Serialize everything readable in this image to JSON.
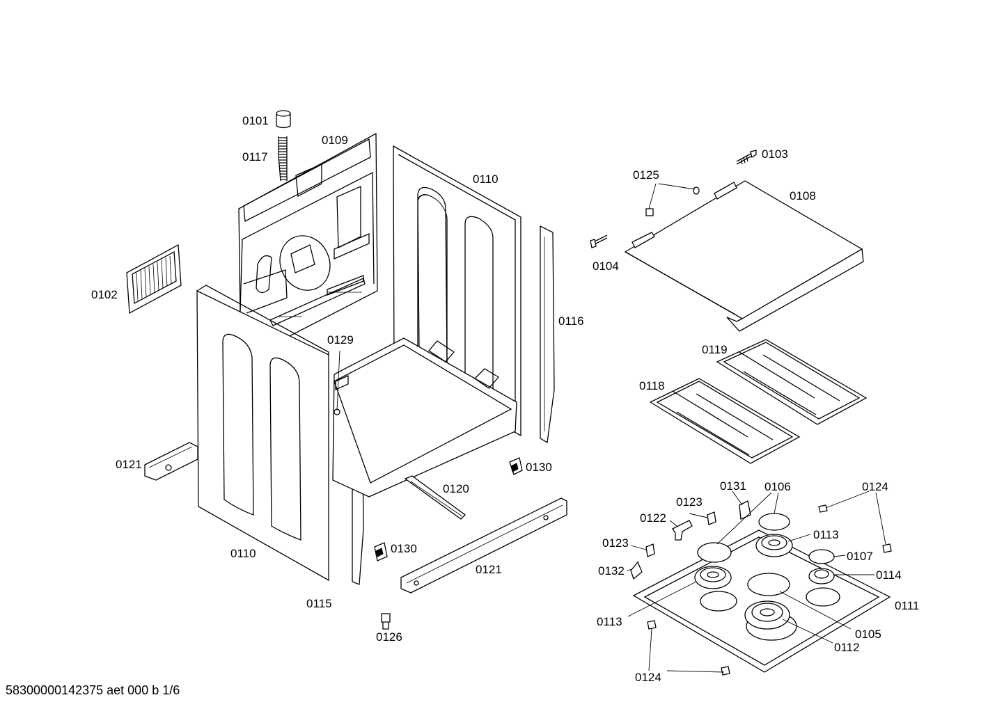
{
  "labels": {
    "p0101": "0101",
    "p0117": "0117",
    "p0109": "0109",
    "p0110_top": "0110",
    "p0102": "0102",
    "p0129": "0129",
    "p0116": "0116",
    "p0121_left": "0121",
    "p0130_right": "0130",
    "p0120": "0120",
    "p0110_bottom": "0110",
    "p0130_bottom": "0130",
    "p0121_bottom": "0121",
    "p0115": "0115",
    "p0126": "0126",
    "p0103": "0103",
    "p0125": "0125",
    "p0108": "0108",
    "p0104": "0104",
    "p0119": "0119",
    "p0118": "0118",
    "p0131": "0131",
    "p0106": "0106",
    "p0124_top": "0124",
    "p0123_top": "0123",
    "p0122": "0122",
    "p0113_right": "0113",
    "p0123_left": "0123",
    "p0107": "0107",
    "p0132": "0132",
    "p0114": "0114",
    "p0111": "0111",
    "p0113_left": "0113",
    "p0105": "0105",
    "p0112": "0112",
    "p0124_bottom": "0124"
  },
  "footer": "58300000142375 aet 000 b 1/6"
}
